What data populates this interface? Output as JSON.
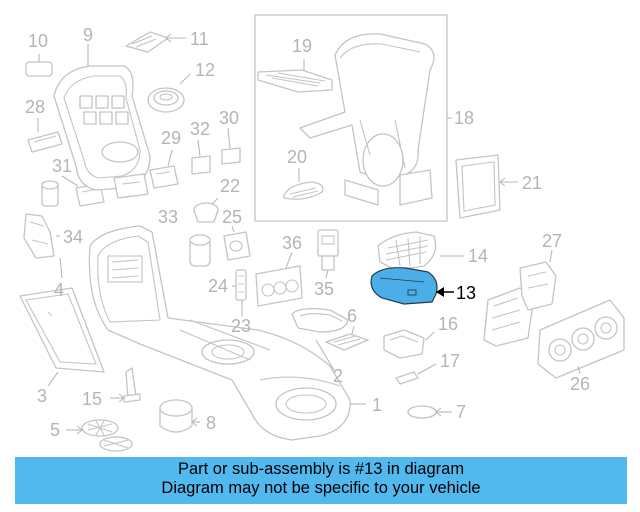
{
  "colors": {
    "highlight_part": "#4aaee8",
    "banner_background": "#51b9ee",
    "line_gray": "#c4c4c4",
    "label_gray": "#b4b4b4",
    "highlight_label": "#000000"
  },
  "highlighted_part": "13",
  "callouts": {
    "c1": "1",
    "c2": "2",
    "c3": "3",
    "c4": "4",
    "c5": "5",
    "c6": "6",
    "c7": "7",
    "c8": "8",
    "c9": "9",
    "c10": "10",
    "c11": "11",
    "c12": "12",
    "c13": "13",
    "c14": "14",
    "c15": "15",
    "c16": "16",
    "c17": "17",
    "c18": "18",
    "c19": "19",
    "c20": "20",
    "c21": "21",
    "c22": "22",
    "c23": "23",
    "c24": "24",
    "c25": "25",
    "c26": "26",
    "c27": "27",
    "c28": "28",
    "c29": "29",
    "c30": "30",
    "c31": "31",
    "c32": "32",
    "c33": "33",
    "c34": "34",
    "c35": "35",
    "c36": "36"
  },
  "banner": {
    "line1": "Part or sub-assembly is #13 in diagram",
    "line2": "Diagram may not be specific to your vehicle"
  }
}
